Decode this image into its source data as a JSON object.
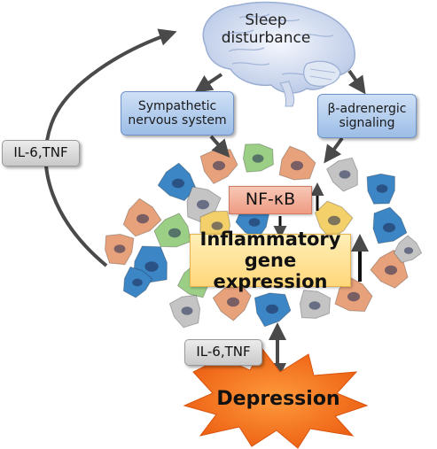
{
  "nodes": {
    "sleep": "Sleep\ndisturbance",
    "sympathetic": "Sympathetic\nnervous system",
    "beta": "β-adrenergic\nsignaling",
    "nfkb": "NF-κB",
    "inflammatory": "Inflammatory\ngene expression",
    "depression": "Depression"
  },
  "cytokines": {
    "left": "IL-6,TNF",
    "bottom": "IL-6,TNF"
  },
  "colors": {
    "arrow": "#4a4a4a",
    "depression_burst": "#f36f1a",
    "cell_orange": "#e8a27b",
    "cell_blue": "#3d86c6",
    "cell_green": "#9ccf86",
    "cell_yellow": "#f3d06a",
    "cell_grey": "#c4c4c4"
  }
}
